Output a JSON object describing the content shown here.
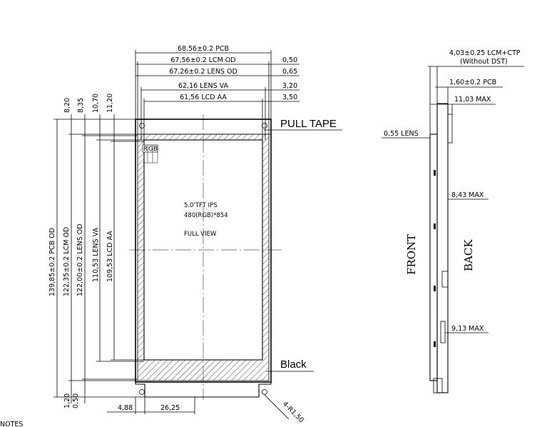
{
  "front": {
    "width_dims": [
      "68,56±0.2  PCB",
      "67,56±0.2  LCM  OD",
      "67,26±0.2  LENS  OD",
      "62,16  LENS  VA",
      "61,56  LCD  AA"
    ],
    "offset_dims": [
      "0,50",
      "0,65",
      "3,20",
      "3,50"
    ],
    "top_vertical_dims": [
      "8,20",
      "8,35",
      "10,70",
      "11,20"
    ],
    "height_dims": [
      "139,85±0.2  PCB  OD",
      "122,35±0.2  LCM  OD",
      "122,00±0.2  LENS  OD",
      "110,53  LENS  VA",
      "109,53  LCD  AA"
    ],
    "bottom_vertical_dims": [
      "1,20",
      "0,50"
    ],
    "bottom_dims": [
      "4,88",
      "26,25"
    ],
    "corner_radius": "4-R1,50",
    "pull_tape": "PULL  TAPE",
    "black": "Black",
    "rgb": [
      "R",
      "G",
      "B"
    ],
    "rgb_colors": [
      "#e0201a",
      "#2a9a2a",
      "#2040d0"
    ],
    "panel_lines": [
      "5.0'TFT IPS",
      "480(RGB)*854",
      "FULL VIEW"
    ],
    "notes_fragment": "NOTES"
  },
  "side": {
    "top_dims": [
      "4,03±0.25  LCM+CTP",
      "(Without  DST)",
      "1,60±0.2  PCB",
      "11,03  MAX"
    ],
    "lens_dim": "0,55  LENS",
    "max_dims": [
      "8,43  MAX",
      "9,13  MAX"
    ],
    "front_label": "FRONT",
    "back_label": "BACK"
  }
}
